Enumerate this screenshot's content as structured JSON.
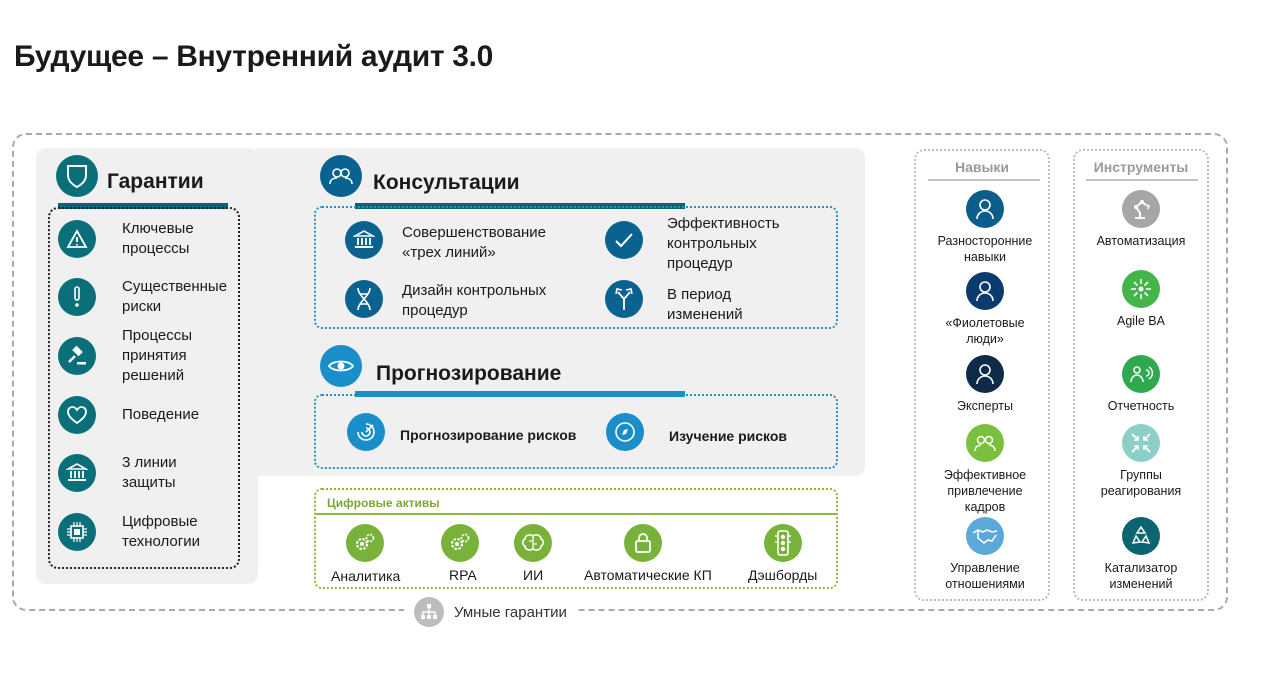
{
  "title": "Будущее – Внутренний аудит 3.0",
  "footer_label": "Умные гарантии",
  "garantii": {
    "title": "Гарантии",
    "items": [
      {
        "label": "Ключевые\nпроцессы",
        "icon": "warning-icon"
      },
      {
        "label": "Существенные\nриски",
        "icon": "exclamation-icon"
      },
      {
        "label": "Процессы\nпринятия\nрешений",
        "icon": "gavel-icon"
      },
      {
        "label": "Поведение",
        "icon": "heart-icon"
      },
      {
        "label": "3 линии\nзащиты",
        "icon": "institution-icon"
      },
      {
        "label": "Цифровые\nтехнологии",
        "icon": "chip-icon"
      }
    ]
  },
  "konsultacii": {
    "title": "Консультации",
    "items": [
      {
        "label": "Совершенствование\n«трех линий»",
        "icon": "institution-icon"
      },
      {
        "label": "Эффективность\nконтрольных\nпроцедур",
        "icon": "checkmark-icon"
      },
      {
        "label": "Дизайн контрольных\nпроцедур",
        "icon": "dna-icon"
      },
      {
        "label": "В период\nизменений",
        "icon": "fork-arrows-icon"
      }
    ]
  },
  "prognoz": {
    "title": "Прогнозирование",
    "items": [
      {
        "label": "Прогнозирование рисков",
        "icon": "radar-icon"
      },
      {
        "label": "Изучение рисков",
        "icon": "compass-icon"
      }
    ]
  },
  "digital": {
    "title": "Цифровые активы",
    "items": [
      {
        "label": "Аналитика",
        "icon": "gears-icon"
      },
      {
        "label": "RPA",
        "icon": "gears-icon"
      },
      {
        "label": "ИИ",
        "icon": "brain-icon"
      },
      {
        "label": "Автоматические КП",
        "icon": "lock-icon"
      },
      {
        "label": "Дэшборды",
        "icon": "traffic-light-icon"
      }
    ]
  },
  "skills": {
    "title": "Навыки",
    "items": [
      {
        "label": "Разносторонние\nнавыки",
        "icon": "person-icon",
        "color": "#0a5f8a"
      },
      {
        "label": "«Фиолетовые\nлюди»",
        "icon": "person-icon",
        "color": "#0a3a6e"
      },
      {
        "label": "Эксперты",
        "icon": "person-icon",
        "color": "#0e2b4a"
      },
      {
        "label": "Эффективное\nпривлечение\nкадров",
        "icon": "people-icon",
        "color": "#7bbf3e"
      },
      {
        "label": "Управление\nотношениями",
        "icon": "handshake-icon",
        "color": "#5aa9d9"
      }
    ]
  },
  "tools": {
    "title": "Инструменты",
    "items": [
      {
        "label": "Автоматизация",
        "icon": "robot-arm-icon",
        "color": "#a6a6a6"
      },
      {
        "label": "Agile BA",
        "icon": "burst-icon",
        "color": "#44b549"
      },
      {
        "label": "Отчетность",
        "icon": "presenter-icon",
        "color": "#2fa84f"
      },
      {
        "label": "Группы\nреагирования",
        "icon": "arrows-in-icon",
        "color": "#8bcfc6"
      },
      {
        "label": "Катализатор\nизменений",
        "icon": "cycle-icon",
        "color": "#0b6470"
      }
    ]
  }
}
